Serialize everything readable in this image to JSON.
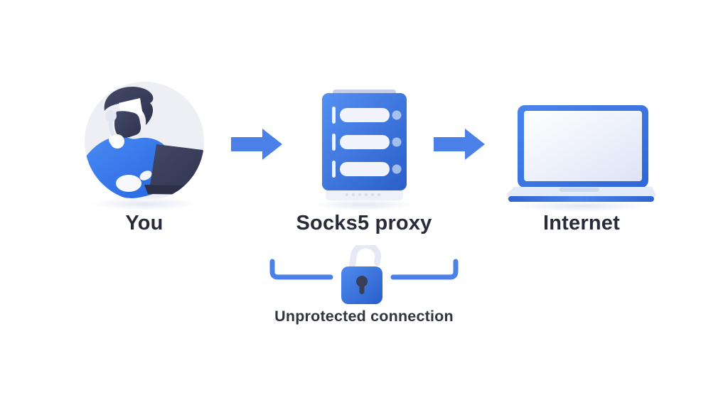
{
  "diagram": {
    "nodes": [
      {
        "id": "you",
        "label": "You",
        "icon": "user-at-laptop-avatar"
      },
      {
        "id": "socks5-proxy",
        "label": "Socks5 proxy",
        "icon": "proxy-server"
      },
      {
        "id": "internet",
        "label": "Internet",
        "icon": "laptop"
      }
    ],
    "arrows": [
      {
        "from": "you",
        "to": "socks5-proxy",
        "direction": "right"
      },
      {
        "from": "socks5-proxy",
        "to": "internet",
        "direction": "right"
      }
    ],
    "connection_note": {
      "label": "Unprotected connection",
      "icon": "open-padlock-icon",
      "spans": [
        "socks5-proxy",
        "internet-side"
      ]
    },
    "colors": {
      "accent": "#4a80e8",
      "accent_dark": "#2b60cb",
      "navy": "#3a3f58",
      "text": "#272c38",
      "note_text": "#30353f",
      "surface": "#edeff5",
      "shackle": "#e6e9f5"
    }
  }
}
